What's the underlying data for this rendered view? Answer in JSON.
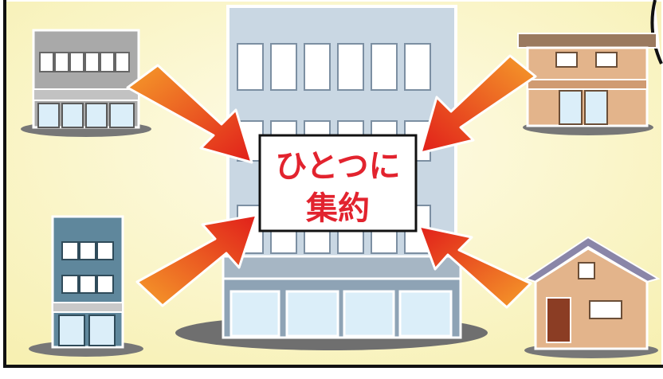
{
  "panel": {
    "caption_line1": "ひとつに",
    "caption_line2": "集約"
  },
  "colors": {
    "background_top": "#fdfbe0",
    "background_bottom": "#f8f2b6",
    "arrow_light": "#f7a12a",
    "arrow_dark": "#e2231a",
    "caption_text": "#e2232e",
    "central_building": "#c9d7e3",
    "window_frame": "#6a7f93",
    "glass": "#dbeef9",
    "brick_building": "#e3b48b",
    "roof_brown": "#9a7a5f",
    "house_roof": "#8a86a8",
    "house_door": "#8b3d24",
    "teal_building": "#5f879c",
    "gray_building": "#a9a9a9"
  },
  "scene": {
    "center_building": "large-office-building",
    "top_left_building": "gray-shop-building",
    "top_right_building": "brick-shop-building",
    "bottom_left_building": "teal-narrow-building",
    "bottom_right_building": "small-house",
    "arrows": [
      "arrow-top-left",
      "arrow-top-right",
      "arrow-bottom-left",
      "arrow-bottom-right"
    ],
    "arrow_direction": "pointing-inward-to-center"
  }
}
